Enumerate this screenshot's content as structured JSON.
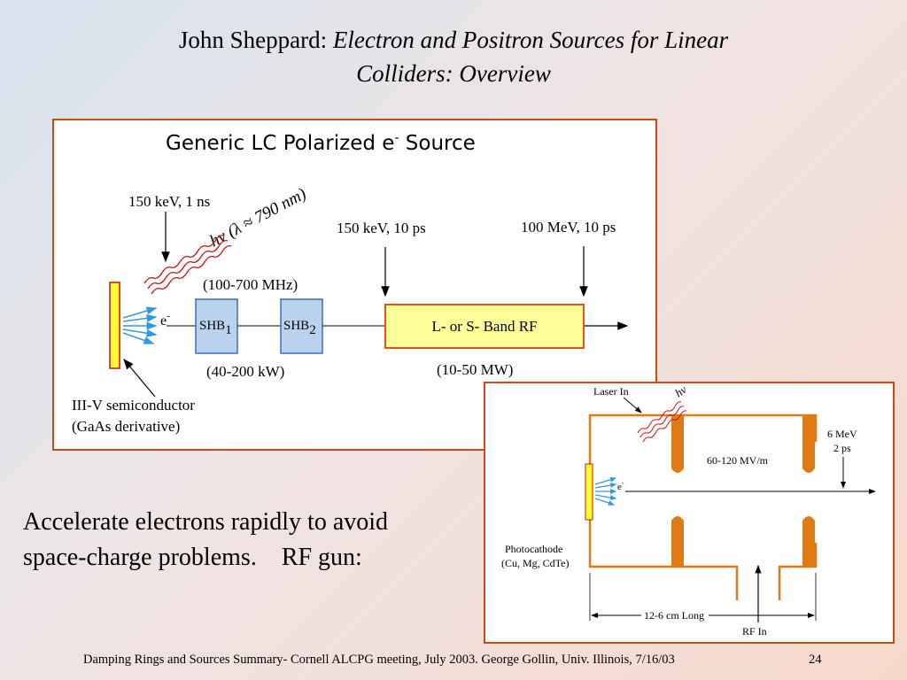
{
  "title": {
    "author": "John Sheppard:",
    "line1_italic": "Electron and Positron Sources for Linear",
    "line2_italic": "Colliders: Overview"
  },
  "diagram1": {
    "title": "Generic LC Polarized e",
    "title_sup": "-",
    "title_tail": " Source",
    "laser_in_label": "150 keV, 1 ns",
    "photon_label": "hν (λ ≈ 790 nm)",
    "electron_label": "e",
    "electron_sup": "-",
    "shb1_label": "SHB",
    "shb1_sub": "1",
    "shb2_label": "SHB",
    "shb2_sub": "2",
    "freq_label": "(100-700 MHz)",
    "shb_power_label": "(40-200 kW)",
    "rf_box_label": "L- or S- Band RF",
    "rf_in_label": "150 keV, 10 ps",
    "rf_out_label": "100 MeV, 10 ps",
    "rf_power_label": "(10-50 MW)",
    "cathode_label_1": "III-V semiconductor",
    "cathode_label_2": "(GaAs derivative)"
  },
  "diagram2": {
    "laser_label": "Laser In",
    "hv_label": "hν",
    "field_label": "60-120 MV/m",
    "energy_label_1": "6 MeV",
    "energy_label_2": "2 ps",
    "electron_label": "e",
    "electron_sup": "-",
    "cathode_label_1": "Photocathode",
    "cathode_label_2": "(Cu, Mg, CdTe)",
    "length_label": "12-6 cm Long",
    "rf_in_label": "RF In"
  },
  "body_text": {
    "line1": "Accelerate electrons rapidly to avoid",
    "line2": "space-charge problems.    RF gun:"
  },
  "footer": {
    "text": "Damping Rings and Sources Summary- Cornell ALCPG meeting, July 2003. George Gollin, Univ. Illinois, 7/16/03",
    "page": "24"
  },
  "colors": {
    "panel_border": "#cc4a14",
    "shb_fill": "#b9d3ef",
    "shb_stroke": "#3b6fb8",
    "rf_fill": "#ffff99",
    "rf_stroke": "#e0521a",
    "cathode_fill": "#ffff33",
    "cavity": "#e07a14",
    "laser_wave": "#cc1111",
    "electron_arrow": "#3399dd"
  }
}
